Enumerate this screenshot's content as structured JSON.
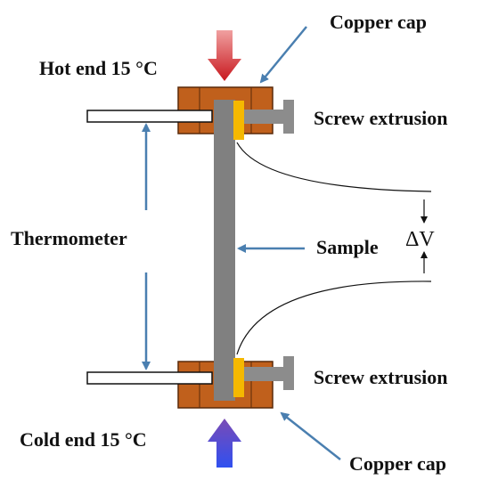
{
  "labels": {
    "copper_cap_top": "Copper cap",
    "hot_end": "Hot end 15 °C",
    "screw_extrusion_top": "Screw extrusion",
    "thermometer": "Thermometer",
    "sample": "Sample",
    "delta_v": "ΔV",
    "screw_extrusion_bottom": "Screw extrusion",
    "cold_end": "Cold end 15 °C",
    "copper_cap_bottom": "Copper cap"
  },
  "colors": {
    "copper": "#C0601C",
    "copper_edge": "#5A2A0A",
    "sample": "#808080",
    "screw": "#8C8C8C",
    "gold_contact": "#F5B800",
    "pointer_arrow": "#4A7FB0",
    "hot_arrow_top": "#C8181E",
    "hot_arrow_bottom": "#F0A0A0",
    "cold_arrow_top": "#7A4BB5",
    "cold_arrow_bottom": "#3050F0"
  }
}
